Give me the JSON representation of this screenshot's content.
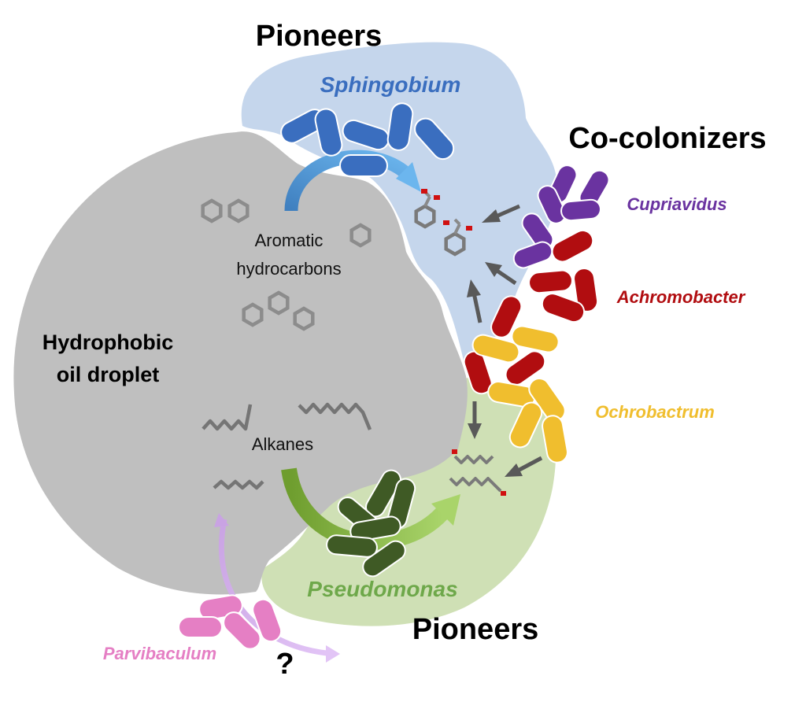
{
  "labels": {
    "pioneers_top": "Pioneers",
    "pioneers_bottom": "Pioneers",
    "cocolonizers": "Co-colonizers",
    "droplet_line1": "Hydrophobic",
    "droplet_line2": "oil droplet",
    "aromatic_line1": "Aromatic",
    "aromatic_line2": "hydrocarbons",
    "alkanes": "Alkanes",
    "question": "?"
  },
  "genera": {
    "sphingobium": "Sphingobium",
    "cupriavidus": "Cupriavidus",
    "achromobacter": "Achromobacter",
    "ochrobactrum": "Ochrobactrum",
    "pseudomonas": "Pseudomonas",
    "parvibaculum": "Parvibaculum"
  },
  "colors": {
    "sphingobium": "#3a6ebf",
    "cupriavidus": "#6a33a0",
    "achromobacter": "#b10d10",
    "ochrobactrum": "#f0be2e",
    "pseudomonas": "#3f5a25",
    "parvibaculum": "#e57fc4",
    "droplet": "#bfbfbf",
    "blue_region": "#c5d6ec",
    "green_region": "#cfe0b5"
  }
}
